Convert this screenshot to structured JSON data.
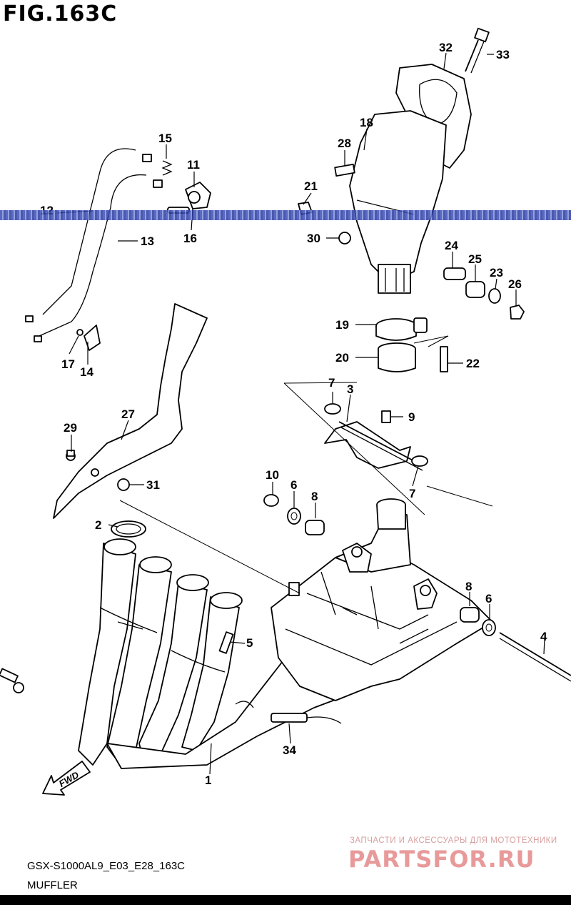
{
  "figure": {
    "title": "FIG.163C"
  },
  "footer": {
    "model_code": "GSX-S1000AL9_E03_E28_163C",
    "section_name": "MUFFLER"
  },
  "watermark": {
    "tagline": "ЗАПЧАСТИ И АКСЕССУАРЫ ДЛЯ МОТОТЕХНИКИ",
    "brand": "PARTSFOR.RU"
  },
  "direction_badge": {
    "label": "FWD"
  },
  "callouts": [
    {
      "id": "1",
      "label": "1"
    },
    {
      "id": "2",
      "label": "2"
    },
    {
      "id": "3",
      "label": "3"
    },
    {
      "id": "4",
      "label": "4"
    },
    {
      "id": "5",
      "label": "5"
    },
    {
      "id": "6a",
      "label": "6"
    },
    {
      "id": "6b",
      "label": "6"
    },
    {
      "id": "7a",
      "label": "7"
    },
    {
      "id": "7b",
      "label": "7"
    },
    {
      "id": "8a",
      "label": "8"
    },
    {
      "id": "8b",
      "label": "8"
    },
    {
      "id": "9",
      "label": "9"
    },
    {
      "id": "10",
      "label": "10"
    },
    {
      "id": "11",
      "label": "11"
    },
    {
      "id": "12",
      "label": "12"
    },
    {
      "id": "13",
      "label": "13"
    },
    {
      "id": "14",
      "label": "14"
    },
    {
      "id": "15",
      "label": "15"
    },
    {
      "id": "16",
      "label": "16"
    },
    {
      "id": "17",
      "label": "17"
    },
    {
      "id": "18",
      "label": "18"
    },
    {
      "id": "19",
      "label": "19"
    },
    {
      "id": "20",
      "label": "20"
    },
    {
      "id": "21",
      "label": "21"
    },
    {
      "id": "22",
      "label": "22"
    },
    {
      "id": "23",
      "label": "23"
    },
    {
      "id": "24",
      "label": "24"
    },
    {
      "id": "25",
      "label": "25"
    },
    {
      "id": "26",
      "label": "26"
    },
    {
      "id": "27",
      "label": "27"
    },
    {
      "id": "28",
      "label": "28"
    },
    {
      "id": "29",
      "label": "29"
    },
    {
      "id": "30",
      "label": "30"
    },
    {
      "id": "31",
      "label": "31"
    },
    {
      "id": "32",
      "label": "32"
    },
    {
      "id": "33",
      "label": "33"
    },
    {
      "id": "34",
      "label": "34"
    }
  ]
}
